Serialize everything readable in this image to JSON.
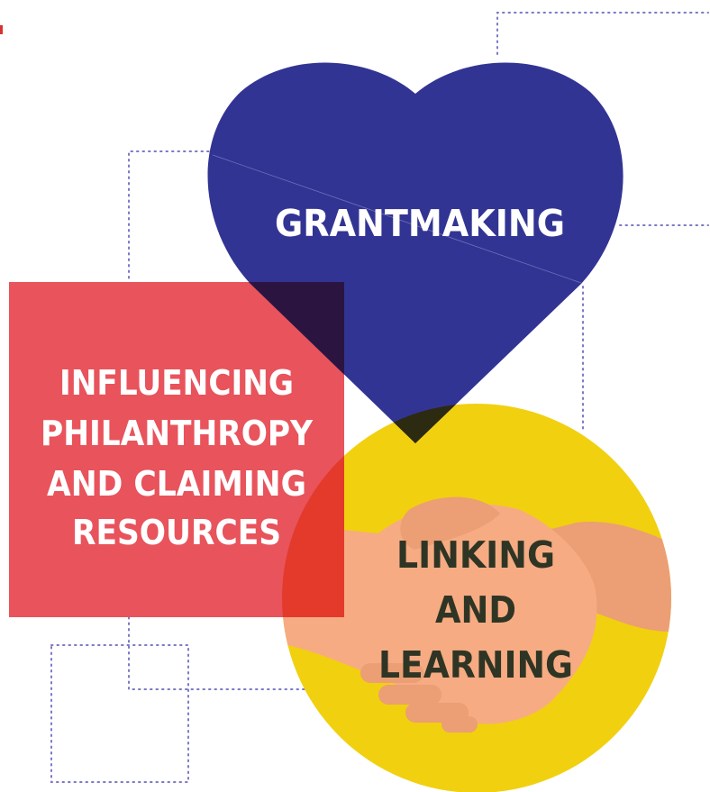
{
  "diagram": {
    "grantmaking": {
      "label": "GRANTMAKING"
    },
    "influencing": {
      "lines": [
        "INFLUENCING",
        "PHILANTHROPY",
        "AND CLAIMING",
        "RESOURCES"
      ]
    },
    "linking": {
      "lines": [
        "LINKING",
        "AND",
        "LEARNING"
      ]
    }
  },
  "colors": {
    "heart": "#323494",
    "heart_overlap_square": "#2b1540",
    "square": "#e8535c",
    "circle": "#f1d010",
    "circle_overlap_square": "#e33a2c",
    "heart_overlap_circle": "#2c2a10",
    "hand_light": "#f6ab83",
    "hand_dark": "#ec9e74",
    "dots": "#7a78c4",
    "label_dark": "#2f3524",
    "label_light": "#ffffff",
    "accent_mark": "#d8322f"
  },
  "icons": [
    "heart-shape",
    "handshake-icon"
  ]
}
